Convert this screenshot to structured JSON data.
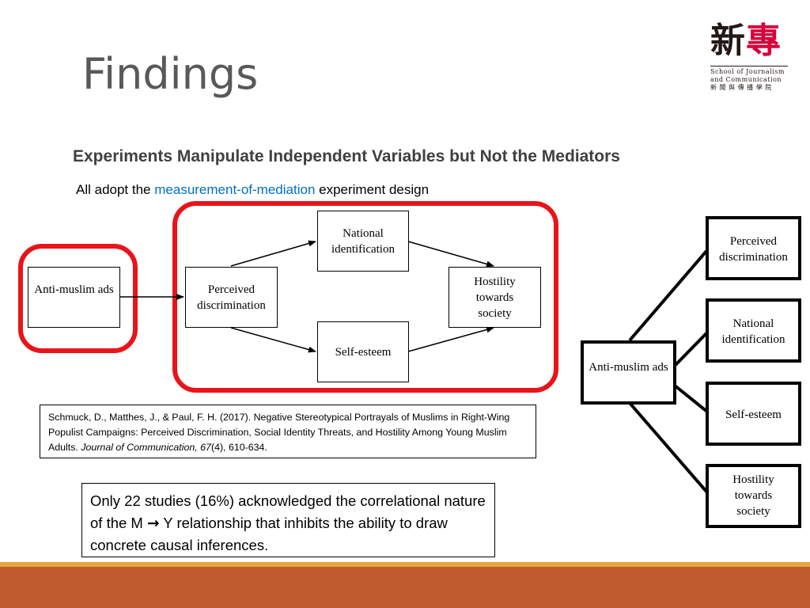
{
  "slide": {
    "title": "Findings",
    "subtitle": "Experiments Manipulate Independent Variables but Not the Mediators",
    "design_prefix": "All adopt the ",
    "design_highlight": "measurement-of-mediation",
    "design_suffix": " experiment design"
  },
  "logo": {
    "chars_left": "新",
    "chars_right": "專",
    "line1": "School of Journalism",
    "line2": "and Communication",
    "line3": "新 聞 與 傳 播 學 院"
  },
  "left_diagram": {
    "anti": "Anti-muslim ads",
    "perceived": "Perceived discrimination",
    "national": "National identification",
    "self": "Self-esteem",
    "hostility": "Hostility towards society"
  },
  "right_diagram": {
    "anti": "Anti-muslim ads",
    "perceived": "Perceived discrimination",
    "national": "National identification",
    "self": "Self-esteem",
    "hostility": "Hostility towards society"
  },
  "citation": {
    "text1": "Schmuck, D., Matthes, J., & Paul, F. H. (2017). Negative Stereotypical Portrayals of Muslims in Right-Wing Populist Campaigns: Perceived Discrimination, Social Identity Threats, and Hostility Among Young Muslim Adults. ",
    "journal": "Journal of Communication, 67",
    "text2": "(4), 610-634."
  },
  "note": {
    "text1": "Only 22 studies (16%) acknowledged the correlational nature of the M ",
    "arrow": "→",
    "text2": " Y relationship that inhibits the ability to draw concrete causal inferences."
  },
  "colors": {
    "title": "#595959",
    "highlight": "#0070c0",
    "red_frame": "#e8141a",
    "band_thin": "#e8a43a",
    "band": "#be5a2e"
  }
}
